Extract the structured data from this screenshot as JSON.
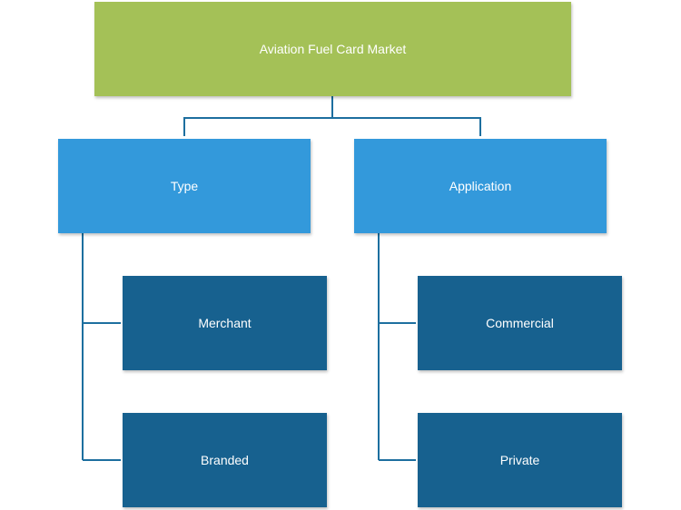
{
  "diagram": {
    "root": {
      "label": "Aviation Fuel Card Market"
    },
    "branches": [
      {
        "label": "Type",
        "children": [
          "Merchant",
          "Branded"
        ]
      },
      {
        "label": "Application",
        "children": [
          "Commercial",
          "Private"
        ]
      }
    ]
  },
  "colors": {
    "root": "#a4c157",
    "branch": "#3399db",
    "leaf": "#17618f",
    "connector": "#1d6f9f"
  }
}
